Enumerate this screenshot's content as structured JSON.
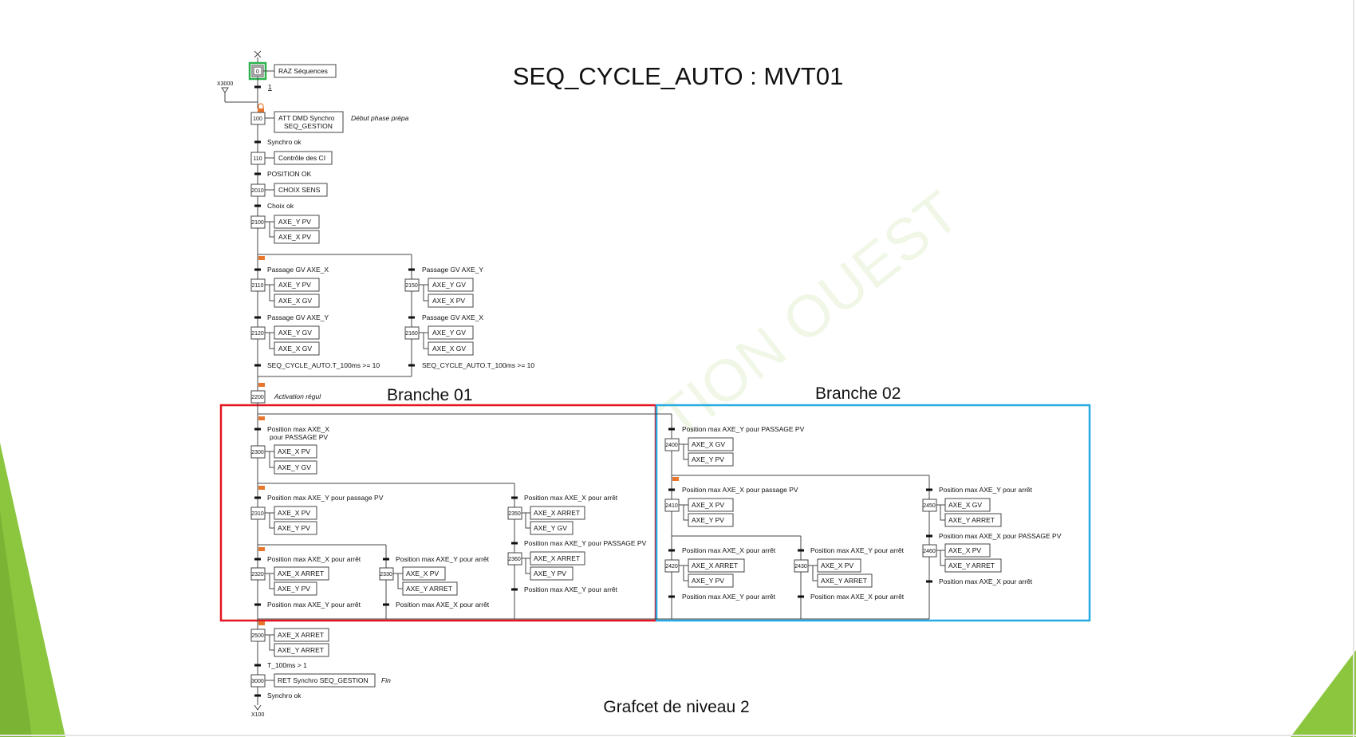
{
  "title": "SEQ_CYCLE_AUTO : MVT01",
  "footer": "Grafcet de niveau 2",
  "watermark": "TION    OUEST",
  "branch_labels": {
    "b1": "Branche 01",
    "b2": "Branche 02"
  },
  "colors": {
    "branch1_frame": "#e3141f",
    "branch2_frame": "#27a9e1",
    "decor_green": "#8cc63f",
    "init_step": "#2bb24c",
    "lock_icon": "#e8762c"
  },
  "top": {
    "cross_label": "X3000",
    "step0": {
      "num": "0",
      "action": "RAZ Séquences"
    },
    "t0": "1",
    "step100": {
      "num": "100",
      "action1": "ATT DMD Synchro",
      "action2": "SEQ_GESTION",
      "comment": "Début phase prépa"
    },
    "t100": "Synchro ok",
    "step110": {
      "num": "110",
      "action": "Contrôle des CI"
    },
    "t110": "POSITION OK",
    "step2010": {
      "num": "2010",
      "action": "CHOIX SENS"
    },
    "t2010": "Choix ok",
    "step2100": {
      "num": "2100",
      "a1": "AXE_Y PV",
      "a2": "AXE_X PV"
    }
  },
  "sel1": {
    "left_t1": "Passage GV AXE_X",
    "s2110": {
      "num": "2110",
      "a1": "AXE_Y PV",
      "a2": "AXE_X GV"
    },
    "left_t2": "Passage GV AXE_Y",
    "s2120": {
      "num": "2120",
      "a1": "AXE_Y GV",
      "a2": "AXE_X GV"
    },
    "left_t3": "SEQ_CYCLE_AUTO.T_100ms >= 10",
    "right_t1": "Passage GV AXE_Y",
    "s2150": {
      "num": "2150",
      "a1": "AXE_Y GV",
      "a2": "AXE_X PV"
    },
    "right_t2": "Passage GV AXE_X",
    "s2160": {
      "num": "2160",
      "a1": "AXE_Y GV",
      "a2": "AXE_X GV"
    },
    "right_t3": "SEQ_CYCLE_AUTO.T_100ms >= 10"
  },
  "s2200": {
    "num": "2200",
    "comment": "Activation régul"
  },
  "b1": {
    "t_2300a": "Position max AXE_X",
    "t_2300b": "pour PASSAGE PV",
    "s2300": {
      "num": "2300",
      "a1": "AXE_X PV",
      "a2": "AXE_Y GV"
    },
    "t_2310": "Position max AXE_Y pour passage PV",
    "s2310": {
      "num": "2310",
      "a1": "AXE_X PV",
      "a2": "AXE_Y PV"
    },
    "t_2320": "Position max AXE_X pour arrêt",
    "s2320": {
      "num": "2320",
      "a1": "AXE_X ARRET",
      "a2": "AXE_Y PV"
    },
    "t_2320_out": "Position max AXE_Y pour arrêt",
    "t_2330": "Position max AXE_Y pour arrêt",
    "s2330": {
      "num": "2330",
      "a1": "AXE_X PV",
      "a2": "AXE_Y ARRET"
    },
    "t_2330_out": "Position max AXE_X pour arrêt",
    "t_2350": "Position max AXE_X pour arrêt",
    "s2350": {
      "num": "2350",
      "a1": "AXE_X ARRET",
      "a2": "AXE_Y GV"
    },
    "t_2360": "Position max AXE_Y pour PASSAGE PV",
    "s2360": {
      "num": "2360",
      "a1": "AXE_X ARRET",
      "a2": "AXE_Y PV"
    },
    "t_2360_out": "Position max AXE_Y pour arrêt"
  },
  "b2": {
    "t_2400": "Position max AXE_Y pour PASSAGE PV",
    "s2400": {
      "num": "2400",
      "a1": "AXE_X GV",
      "a2": "AXE_Y PV"
    },
    "t_2410": "Position max AXE_X pour passage PV",
    "s2410": {
      "num": "2410",
      "a1": "AXE_X PV",
      "a2": "AXE_Y PV"
    },
    "t_2420": "Position max AXE_X pour arrêt",
    "s2420": {
      "num": "2420",
      "a1": "AXE_X ARRET",
      "a2": "AXE_Y PV"
    },
    "t_2420_out": "Position max AXE_Y pour arrêt",
    "t_2430": "Position max AXE_Y pour arrêt",
    "s2430": {
      "num": "2430",
      "a1": "AXE_X PV",
      "a2": "AXE_Y ARRET"
    },
    "t_2430_out": "Position max AXE_X pour arrêt",
    "t_2450": "Position max AXE_Y pour arrêt",
    "s2450": {
      "num": "2450",
      "a1": "AXE_X GV",
      "a2": "AXE_Y ARRET"
    },
    "t_2460": "Position max AXE_X pour PASSAGE PV",
    "s2460": {
      "num": "2460",
      "a1": "AXE_X PV",
      "a2": "AXE_Y ARRET"
    },
    "t_2460_out": "Position max AXE_X pour arrêt"
  },
  "bottom": {
    "s2500": {
      "num": "2500",
      "a1": "AXE_X ARRET",
      "a2": "AXE_Y ARRET"
    },
    "t2500": "T_100ms > 1",
    "s3000": {
      "num": "3000",
      "action": "RET Synchro SEQ_GESTION",
      "comment": "Fin"
    },
    "t3000": "Synchro ok",
    "jump": "X100"
  }
}
